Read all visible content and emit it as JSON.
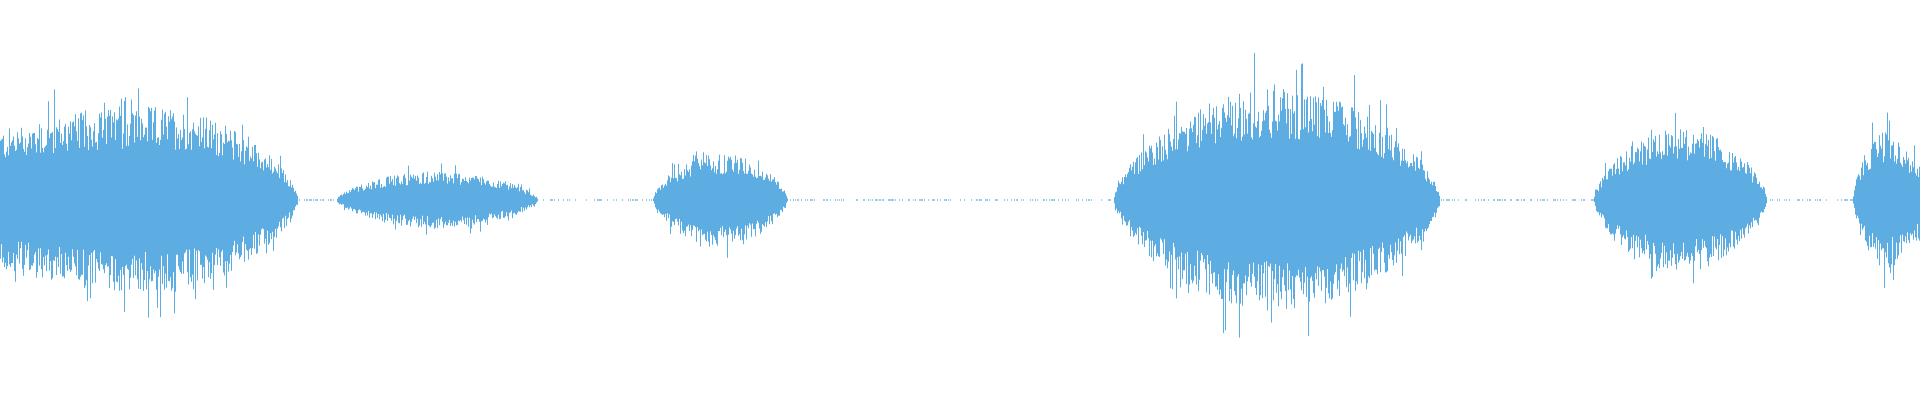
{
  "waveform": {
    "color": "#5dade2",
    "background": "#ffffff",
    "segments": [
      {
        "start": 0.0,
        "end": 0.155,
        "peak": 0.52
      },
      {
        "start": 0.175,
        "end": 0.28,
        "peak": 0.16
      },
      {
        "start": 0.34,
        "end": 0.41,
        "peak": 0.26
      },
      {
        "start": 0.58,
        "end": 0.75,
        "peak": 0.62
      },
      {
        "start": 0.83,
        "end": 0.92,
        "peak": 0.4
      },
      {
        "start": 0.965,
        "end": 1.0,
        "peak": 0.38
      }
    ]
  }
}
